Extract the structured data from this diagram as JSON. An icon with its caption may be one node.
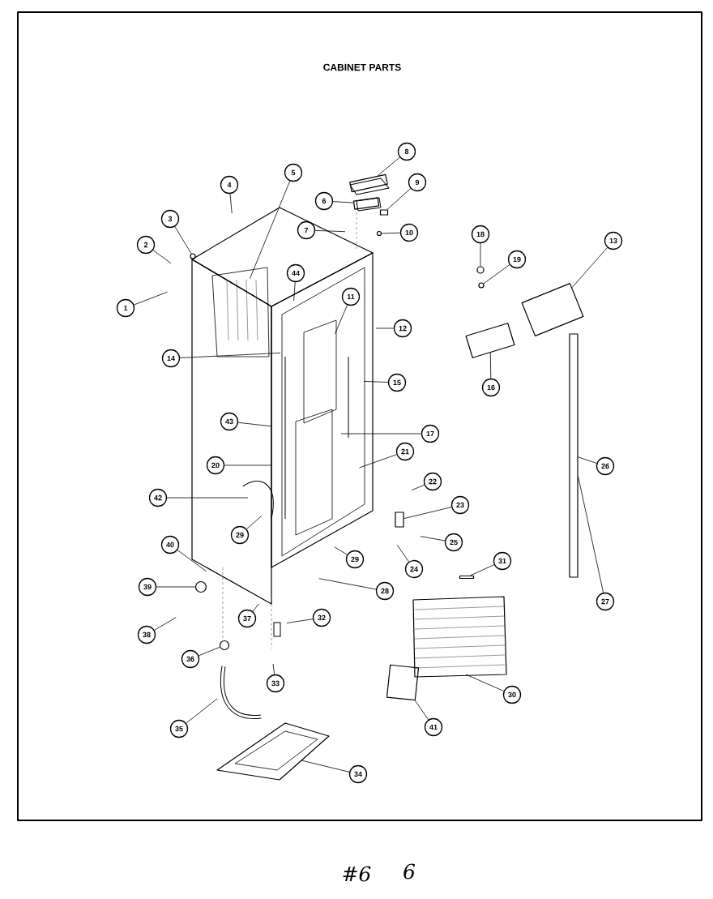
{
  "diagram": {
    "title": "CABINET PARTS",
    "nodes": [
      {
        "text": [
          "1"
        ]
      },
      {
        "text": [
          "2"
        ]
      },
      {
        "text": [
          "3"
        ]
      },
      {
        "text": [
          "4"
        ]
      },
      {
        "text": [
          "5"
        ]
      },
      {
        "text": [
          "6"
        ]
      },
      {
        "text": [
          "7"
        ]
      },
      {
        "text": [
          "8"
        ]
      },
      {
        "text": [
          "9"
        ]
      },
      {
        "text": [
          "10"
        ]
      },
      {
        "text": [
          "11"
        ]
      },
      {
        "text": [
          "12"
        ]
      },
      {
        "text": [
          "13"
        ]
      },
      {
        "text": [
          "14"
        ]
      },
      {
        "text": [
          "15"
        ]
      },
      {
        "text": [
          "16"
        ]
      },
      {
        "text": [
          "17"
        ]
      },
      {
        "text": [
          "18"
        ]
      },
      {
        "text": [
          "19"
        ]
      },
      {
        "text": [
          "20"
        ]
      },
      {
        "text": [
          "21"
        ]
      },
      {
        "text": [
          "22"
        ]
      },
      {
        "text": [
          "23"
        ]
      },
      {
        "text": [
          "24"
        ]
      },
      {
        "text": [
          "25"
        ]
      },
      {
        "text": [
          "26"
        ]
      },
      {
        "text": [
          "27"
        ]
      },
      {
        "text": [
          "28"
        ]
      },
      {
        "text": [
          "29"
        ]
      },
      {
        "text": [
          "29"
        ]
      },
      {
        "text": [
          "30"
        ]
      },
      {
        "text": [
          "31"
        ]
      },
      {
        "text": [
          "32"
        ]
      },
      {
        "text": [
          "33"
        ]
      },
      {
        "text": [
          "34"
        ]
      },
      {
        "text": [
          "35"
        ]
      },
      {
        "text": [
          "36"
        ]
      },
      {
        "text": [
          "37"
        ]
      },
      {
        "text": [
          "38"
        ]
      },
      {
        "text": [
          "39"
        ]
      },
      {
        "text": [
          "40"
        ]
      },
      {
        "text": [
          "41"
        ]
      },
      {
        "text": [
          "42"
        ]
      },
      {
        "text": [
          "43"
        ]
      },
      {
        "text": [
          "44"
        ]
      },
      {
        "text": [],
        "shape": "box"
      },
      {
        "text": [],
        "shape": "box"
      },
      {
        "text": [],
        "shape": "box"
      },
      {
        "text": [],
        "shape": "box"
      },
      {
        "text": [],
        "shape": "circle"
      },
      {
        "text": [],
        "shape": "circle"
      },
      {
        "text": [],
        "shape": "bar"
      },
      {
        "text": [],
        "shape": "box"
      },
      {
        "text": [],
        "shape": "bar"
      },
      {
        "text": [],
        "shape": "picture"
      },
      {
        "text": [],
        "shape": "box"
      },
      {
        "text": [],
        "shape": "picture"
      },
      {
        "text": [],
        "shape": "picture"
      },
      {
        "text": [],
        "shape": "circle"
      },
      {
        "text": [],
        "shape": "box"
      },
      {
        "text": [],
        "shape": "circle"
      },
      {
        "text": [],
        "shape": "circle"
      },
      {
        "text": [],
        "shape": "circle"
      }
    ],
    "edges": [
      {
        "from": 0,
        "to": null,
        "arrow": "none"
      },
      {
        "from": 1,
        "to": null,
        "arrow": "none"
      },
      {
        "from": 2,
        "to": 58,
        "arrow": "none"
      },
      {
        "from": 3,
        "to": null,
        "arrow": "none"
      },
      {
        "from": 4,
        "to": null,
        "arrow": "none"
      },
      {
        "from": 5,
        "to": 46,
        "arrow": "none"
      },
      {
        "from": 6,
        "to": null,
        "arrow": "none"
      },
      {
        "from": 7,
        "to": 45,
        "arrow": "none"
      },
      {
        "from": 8,
        "to": 59,
        "arrow": "none"
      },
      {
        "from": 9,
        "to": 60,
        "arrow": "none"
      },
      {
        "from": 10,
        "to": null,
        "arrow": "none"
      },
      {
        "from": 11,
        "to": null,
        "arrow": "none"
      },
      {
        "from": 12,
        "to": 47,
        "arrow": "none"
      },
      {
        "from": 13,
        "to": null,
        "arrow": "none"
      },
      {
        "from": 14,
        "to": null,
        "arrow": "none"
      },
      {
        "from": 15,
        "to": 48,
        "arrow": "none"
      },
      {
        "from": 16,
        "to": null,
        "arrow": "none"
      },
      {
        "from": 17,
        "to": 49,
        "arrow": "none"
      },
      {
        "from": 18,
        "to": 50,
        "arrow": "none"
      },
      {
        "from": 19,
        "to": null,
        "arrow": "none"
      },
      {
        "from": 20,
        "to": null,
        "arrow": "none"
      },
      {
        "from": 21,
        "to": null,
        "arrow": "none"
      },
      {
        "from": 22,
        "to": 52,
        "arrow": "none"
      },
      {
        "from": 23,
        "to": null,
        "arrow": "none"
      },
      {
        "from": 24,
        "to": null,
        "arrow": "none"
      },
      {
        "from": 25,
        "to": 51,
        "arrow": "none"
      },
      {
        "from": 26,
        "to": 51,
        "arrow": "none"
      },
      {
        "from": 27,
        "to": null,
        "arrow": "none"
      },
      {
        "from": 28,
        "to": null,
        "arrow": "none"
      },
      {
        "from": 29,
        "to": null,
        "arrow": "none"
      },
      {
        "from": 30,
        "to": 54,
        "arrow": "none"
      },
      {
        "from": 31,
        "to": 53,
        "arrow": "none"
      },
      {
        "from": 32,
        "to": null,
        "arrow": "none"
      },
      {
        "from": 33,
        "to": null,
        "arrow": "none"
      },
      {
        "from": 34,
        "to": 57,
        "arrow": "none"
      },
      {
        "from": 35,
        "to": 56,
        "arrow": "none"
      },
      {
        "from": 36,
        "to": 61,
        "arrow": "none"
      },
      {
        "from": 37,
        "to": null,
        "arrow": "none"
      },
      {
        "from": 38,
        "to": null,
        "arrow": "none"
      },
      {
        "from": 39,
        "to": 62,
        "arrow": "none"
      },
      {
        "from": 40,
        "to": null,
        "arrow": "none"
      },
      {
        "from": 41,
        "to": 55,
        "arrow": "none"
      },
      {
        "from": 42,
        "to": null,
        "arrow": "none"
      },
      {
        "from": 43,
        "to": null,
        "arrow": "none"
      },
      {
        "from": 44,
        "to": null,
        "arrow": "none"
      }
    ],
    "labels": [
      "#6",
      "6"
    ]
  }
}
